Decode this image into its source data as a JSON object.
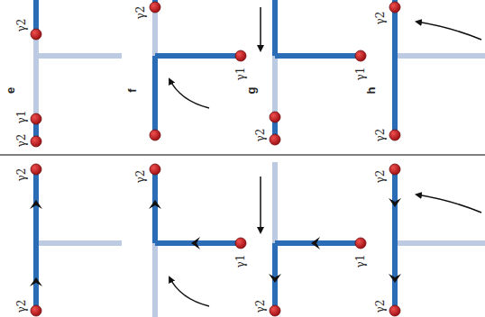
{
  "diagram": {
    "labels": [
      "γ2",
      "γ1",
      "γ2",
      "e",
      "γ2",
      "γ1",
      "f",
      "γ1",
      "γ2",
      "g",
      "γ2",
      "γ2",
      "h",
      "γ2",
      "γ2",
      "γ2",
      "γ1",
      "γ1",
      "γ2",
      "γ2",
      "γ2"
    ]
  }
}
